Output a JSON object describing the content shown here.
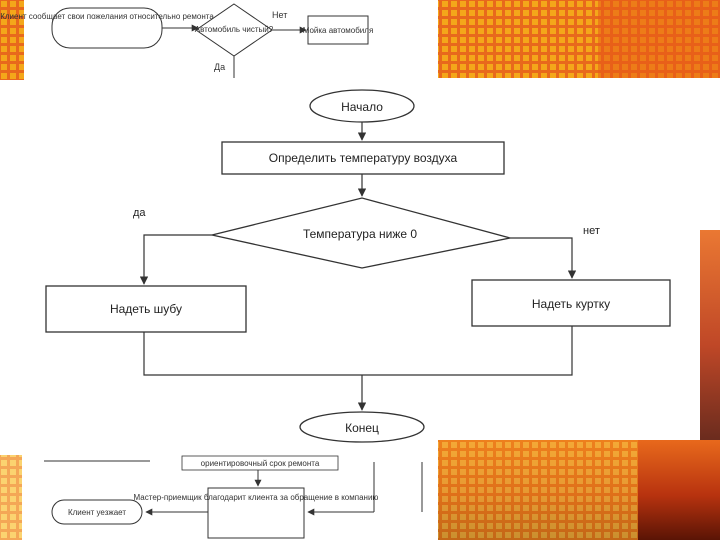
{
  "top_fragment": {
    "client_start": "Клиент сообщает свои пожелания относительно ремонта",
    "decision": "Автомобиль чистый?",
    "no_label": "Нет",
    "yes_label": "Да",
    "wash": "Мойка автомобиля"
  },
  "main_flowchart": {
    "start": "Начало",
    "measure": "Определить температуру воздуха",
    "condition": "Температура ниже 0",
    "yes_label": "да",
    "no_label": "нет",
    "action_yes": "Надеть шубу",
    "action_no": "Надеть куртку",
    "end": "Конец"
  },
  "bottom_fragment": {
    "estimate": "ориентировочный срок ремонта",
    "master": "Мастер-приемщик благодарит клиента за обращение в компанию",
    "client_leaves": "Клиент уезжает"
  },
  "colors": {
    "background_orange": "#e8691c",
    "background_yellow": "#f6b21a",
    "stroke": "#333333",
    "fill": "#ffffff"
  }
}
